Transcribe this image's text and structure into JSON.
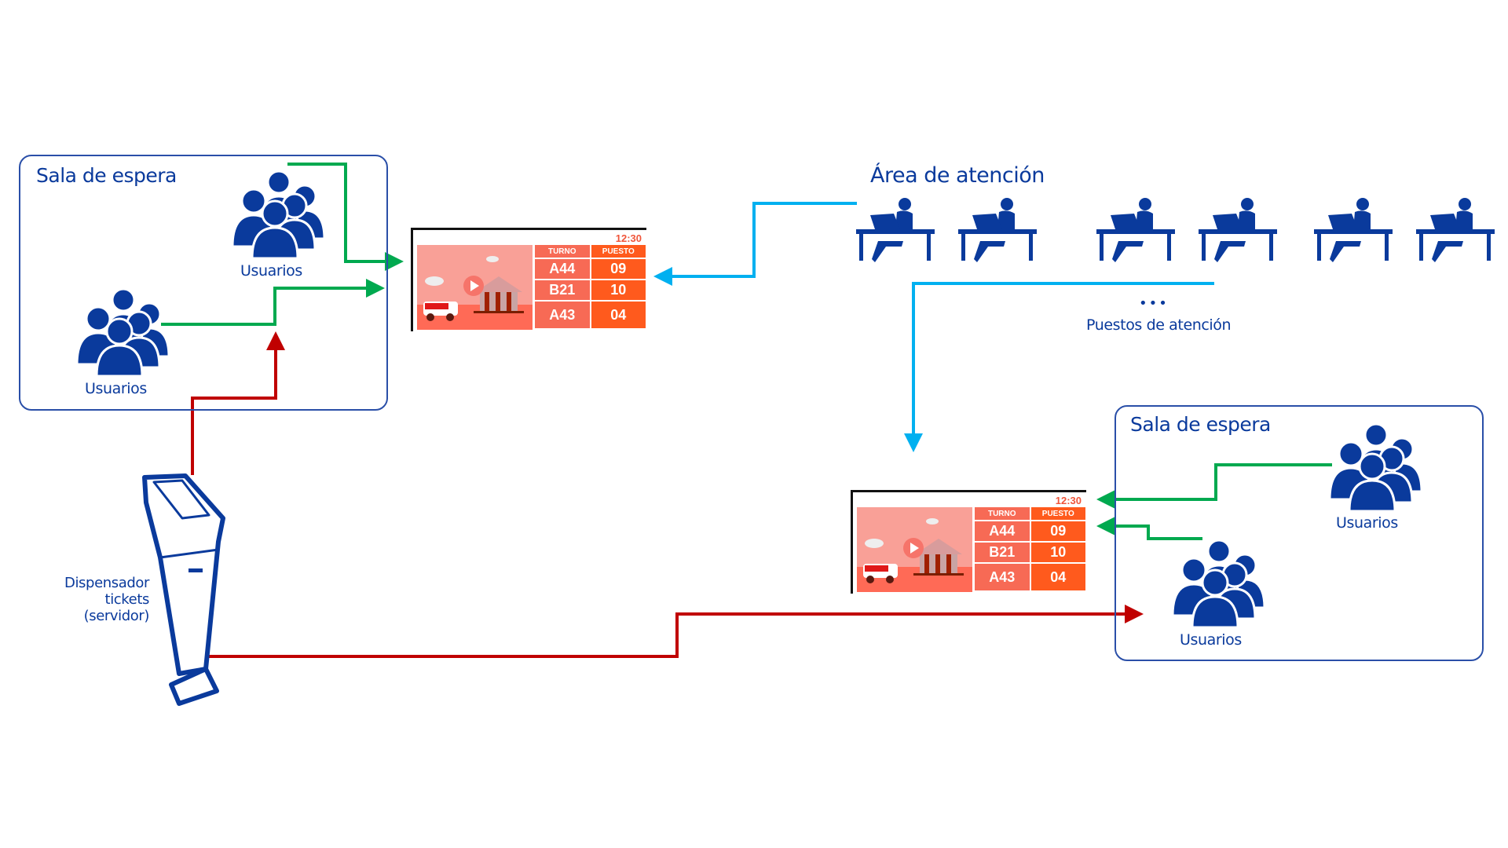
{
  "colors": {
    "primary_blue": "#0a3a9c",
    "arrow_green": "#00a94f",
    "arrow_red": "#c00000",
    "arrow_cyan": "#00b0f0",
    "board_orange": "#ff5a1d"
  },
  "waiting_room_1": {
    "title": "Sala de espera",
    "groups": [
      {
        "label": "Usuarios",
        "icon": "users-group-icon"
      },
      {
        "label": "Usuarios",
        "icon": "users-group-icon"
      }
    ]
  },
  "waiting_room_2": {
    "title": "Sala de espera",
    "groups": [
      {
        "label": "Usuarios",
        "icon": "users-group-icon"
      },
      {
        "label": "Usuarios",
        "icon": "users-group-icon"
      }
    ]
  },
  "service_area": {
    "title": "Área de atención",
    "desk_count": 6,
    "ellipsis": "•••",
    "desks_label": "Puestos de atención"
  },
  "kiosk": {
    "label_lines": [
      "Dispensador",
      "tickets",
      "(servidor)"
    ]
  },
  "display_board": {
    "time": "12:30",
    "headers": [
      "TURNO",
      "PUESTO"
    ],
    "rows": [
      {
        "turno": "A44",
        "puesto": "09"
      },
      {
        "turno": "B21",
        "puesto": "10"
      },
      {
        "turno": "A43",
        "puesto": "04"
      }
    ]
  }
}
